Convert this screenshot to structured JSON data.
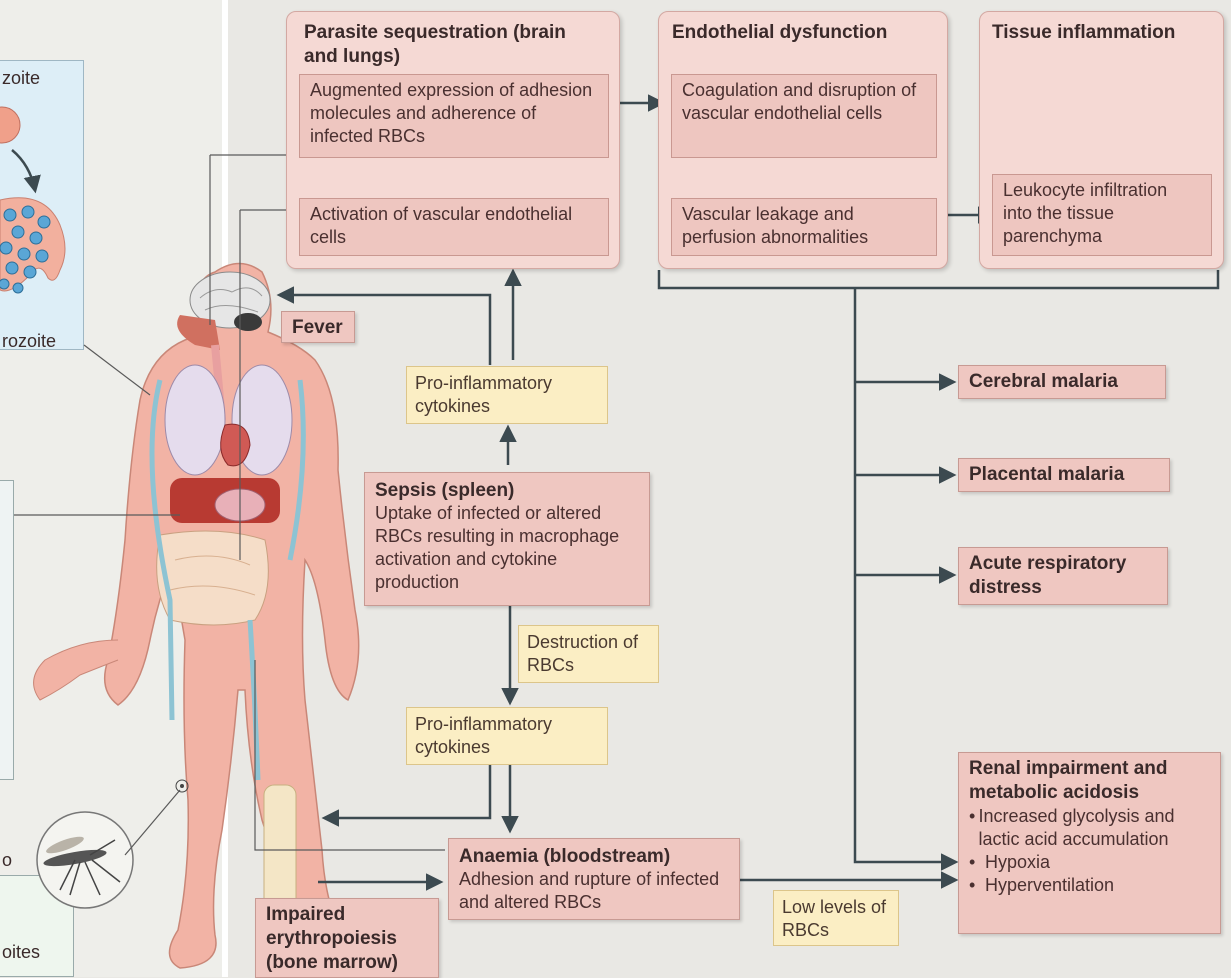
{
  "left_panel": {
    "label_top": "zoite",
    "label_merozoite": "rozoite",
    "label_o": "o",
    "label_bottom": "oites"
  },
  "parasite": {
    "title": "Parasite sequestration (brain and lungs)",
    "box1": "Augmented expression of adhesion molecules and adherence of infected RBCs",
    "box2": "Activation of vascular endothelial cells"
  },
  "endothelial": {
    "title": "Endothelial dysfunction",
    "box1": "Coagulation and disruption of vascular endothelial cells",
    "box2": "Vascular leakage and perfusion abnormalities"
  },
  "inflammation": {
    "title": "Tissue inflammation",
    "box1": "Leukocyte infiltration into the tissue parenchyma"
  },
  "fever": "Fever",
  "cytokines_top": "Pro-inflammatory cytokines",
  "sepsis": {
    "title": "Sepsis (spleen)",
    "text": "Uptake of infected or altered RBCs resulting in macrophage activation and cytokine production"
  },
  "destruction": "Destruction of RBCs",
  "cytokines_bottom": "Pro-inflammatory cytokines",
  "anaemia": {
    "title": "Anaemia (bloodstream)",
    "text": "Adhesion and rupture of infected and altered RBCs"
  },
  "erythro": "Impaired erythropoiesis (bone marrow)",
  "low_rbc": "Low levels of RBCs",
  "outcomes": {
    "cerebral": "Cerebral malaria",
    "placental": "Placental malaria",
    "respiratory": "Acute respiratory distress",
    "renal_title": "Renal impairment and metabolic acidosis",
    "renal_items": [
      "Increased glycolysis and lactic acid accumulation",
      "Hypoxia",
      "Hyperventilation"
    ]
  },
  "colors": {
    "pink": "#efc7c1",
    "yellow": "#fbeec4",
    "arrow": "#3c4a50",
    "body": "#f2b3a5"
  }
}
